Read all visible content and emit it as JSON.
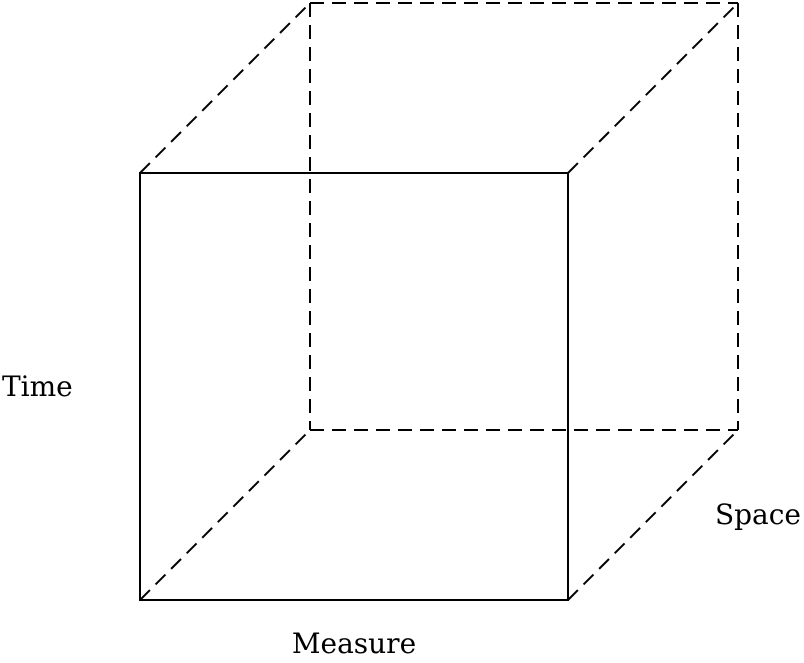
{
  "diagram": {
    "type": "cube",
    "labels": {
      "time": "Time",
      "measure": "Measure",
      "space": "Space"
    },
    "colors": {
      "line": "#000000",
      "background": "#ffffff"
    }
  }
}
